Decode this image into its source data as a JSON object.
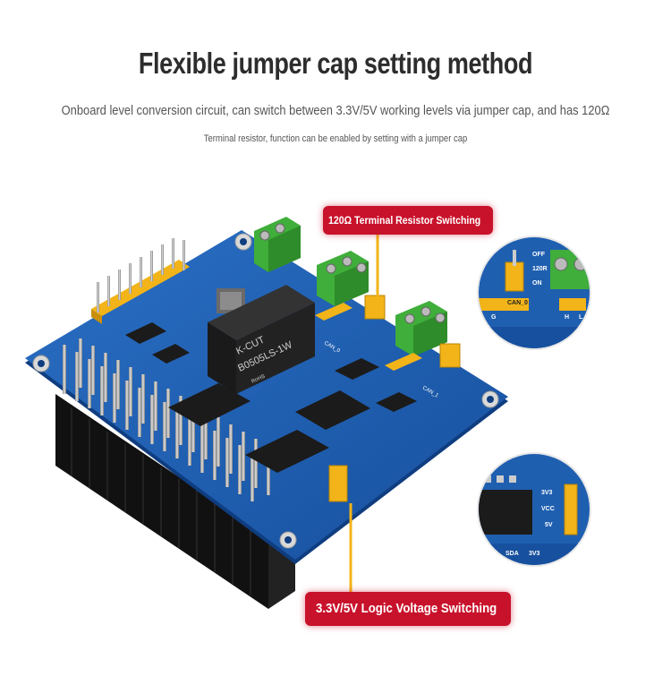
{
  "header": {
    "title": "Flexible jumper cap setting method",
    "subtitle": "Onboard level conversion circuit, can switch between 3.3V/5V working levels via jumper cap, and has 120Ω",
    "subtitle2": "Terminal resistor, function can be enabled by setting with a jumper cap"
  },
  "callouts": {
    "terminal_resistor": "120Ω Terminal Resistor Switching",
    "logic_voltage": "3.3V/5V Logic Voltage Switching"
  },
  "board": {
    "module_label_line1": "K-CUT",
    "module_label_line2": "B0505LS-1W",
    "module_label_line3": "RoHS",
    "can0_label": "CAN_0",
    "can1_label": "CAN_1"
  },
  "zoom_top": {
    "off": "OFF",
    "r120": "120R",
    "on": "ON",
    "can": "CAN_0",
    "g": "G",
    "h": "H",
    "l": "L"
  },
  "zoom_bottom": {
    "v33": "3V3",
    "vcc": "VCC",
    "v5": "5V",
    "sda": "SDA",
    "v33b": "3V3"
  },
  "colors": {
    "accent_red": "#c8122b",
    "pcb_blue": "#1f5fb0",
    "terminal_green": "#3fae3a",
    "jumper_yellow": "#f2b418"
  }
}
